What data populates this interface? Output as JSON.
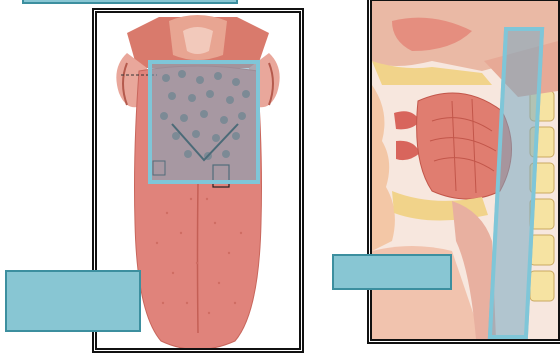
{
  "figure": {
    "panels": [
      {
        "id": "tongue-dorsal-view",
        "subject": "tongue-illustration"
      },
      {
        "id": "sagittal-head-section",
        "subject": "head-neck-section-illustration"
      }
    ],
    "label_boxes": [
      {
        "id": "top-label",
        "text": ""
      },
      {
        "id": "left-label",
        "text": ""
      },
      {
        "id": "middle-label",
        "text": ""
      }
    ],
    "colors": {
      "label_fill": "#88c6d3",
      "label_border": "#3c8f9f",
      "highlight_border": "#7fc6d8",
      "tongue_fill": "#e0837b",
      "tissue_pink": "#f0b3aa",
      "fat_yellow": "#f3dd7a",
      "frame": "#111111"
    }
  }
}
